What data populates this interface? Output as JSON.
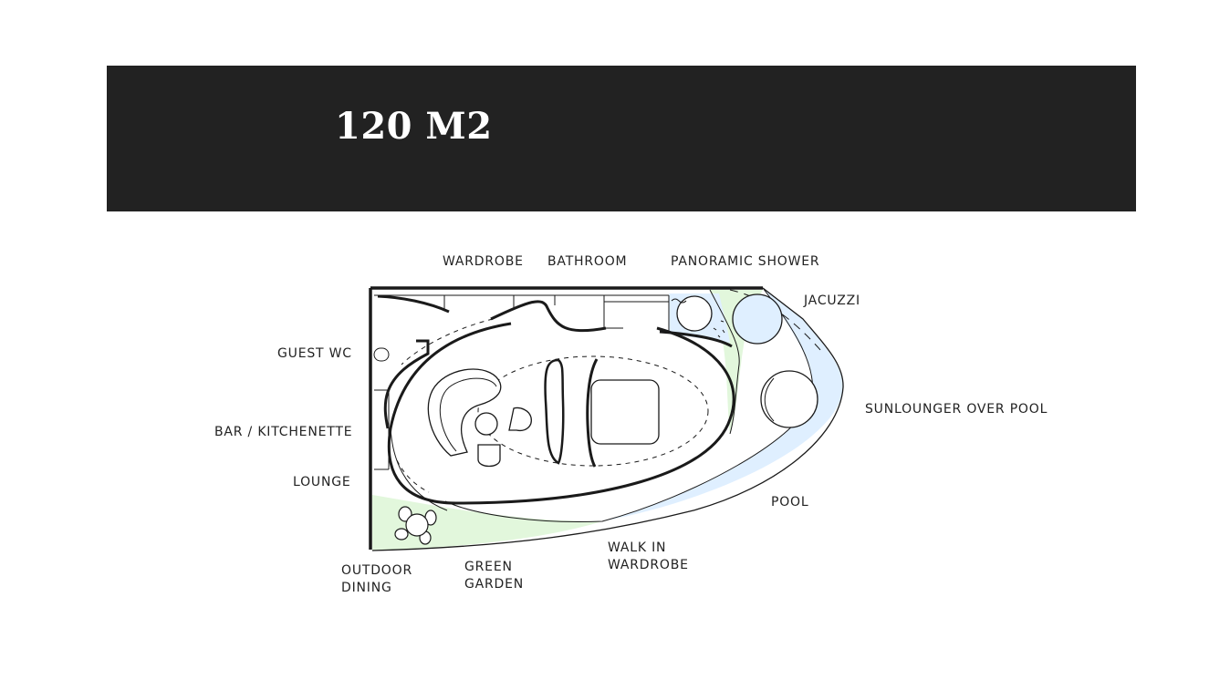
{
  "header": {
    "title": "120 M2"
  },
  "colors": {
    "banner": "#222222",
    "ink": "#1a1a1a",
    "water": "#dfefff",
    "garden": "#e2f7dc"
  },
  "labels": {
    "wardrobe": "WARDROBE",
    "bathroom": "BATHROOM",
    "panoramic_shower": "PANORAMIC SHOWER",
    "jacuzzi": "JACUZZI",
    "guest_wc": "GUEST WC",
    "bar_kitchenette": "BAR / KITCHENETTE",
    "lounge": "LOUNGE",
    "sunlounger_over_pool": "SUNLOUNGER OVER POOL",
    "pool": "POOL",
    "walk_in_wardrobe_1": "WALK IN",
    "walk_in_wardrobe_2": "WARDROBE",
    "outdoor_dining_1": "OUTDOOR",
    "outdoor_dining_2": "DINING",
    "green_garden_1": "GREEN",
    "green_garden_2": "GARDEN"
  }
}
